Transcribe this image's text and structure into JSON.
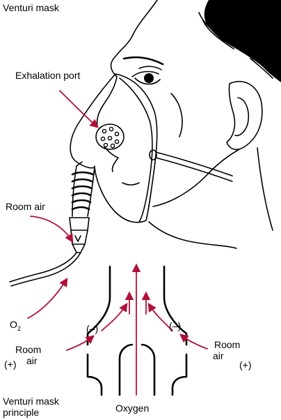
{
  "labels": {
    "title_top": "Venturi mask",
    "exhalation_port": "Exhalation port",
    "room_air_top": "Room air",
    "o2_main": "O",
    "o2_sub": "2",
    "minus_left": "(–)",
    "minus_right": "(–)",
    "room_left_1": "Room",
    "room_left_2": "air",
    "plus_left": "(+)",
    "room_right_1": "Room",
    "room_right_2": "air",
    "plus_right": "(+)",
    "title_bottom_1": "Venturi mask",
    "title_bottom_2": "principle",
    "oxygen": "Oxygen"
  },
  "colors": {
    "arrow": "#b0103a",
    "ink": "#000000",
    "background": "#ffffff"
  }
}
